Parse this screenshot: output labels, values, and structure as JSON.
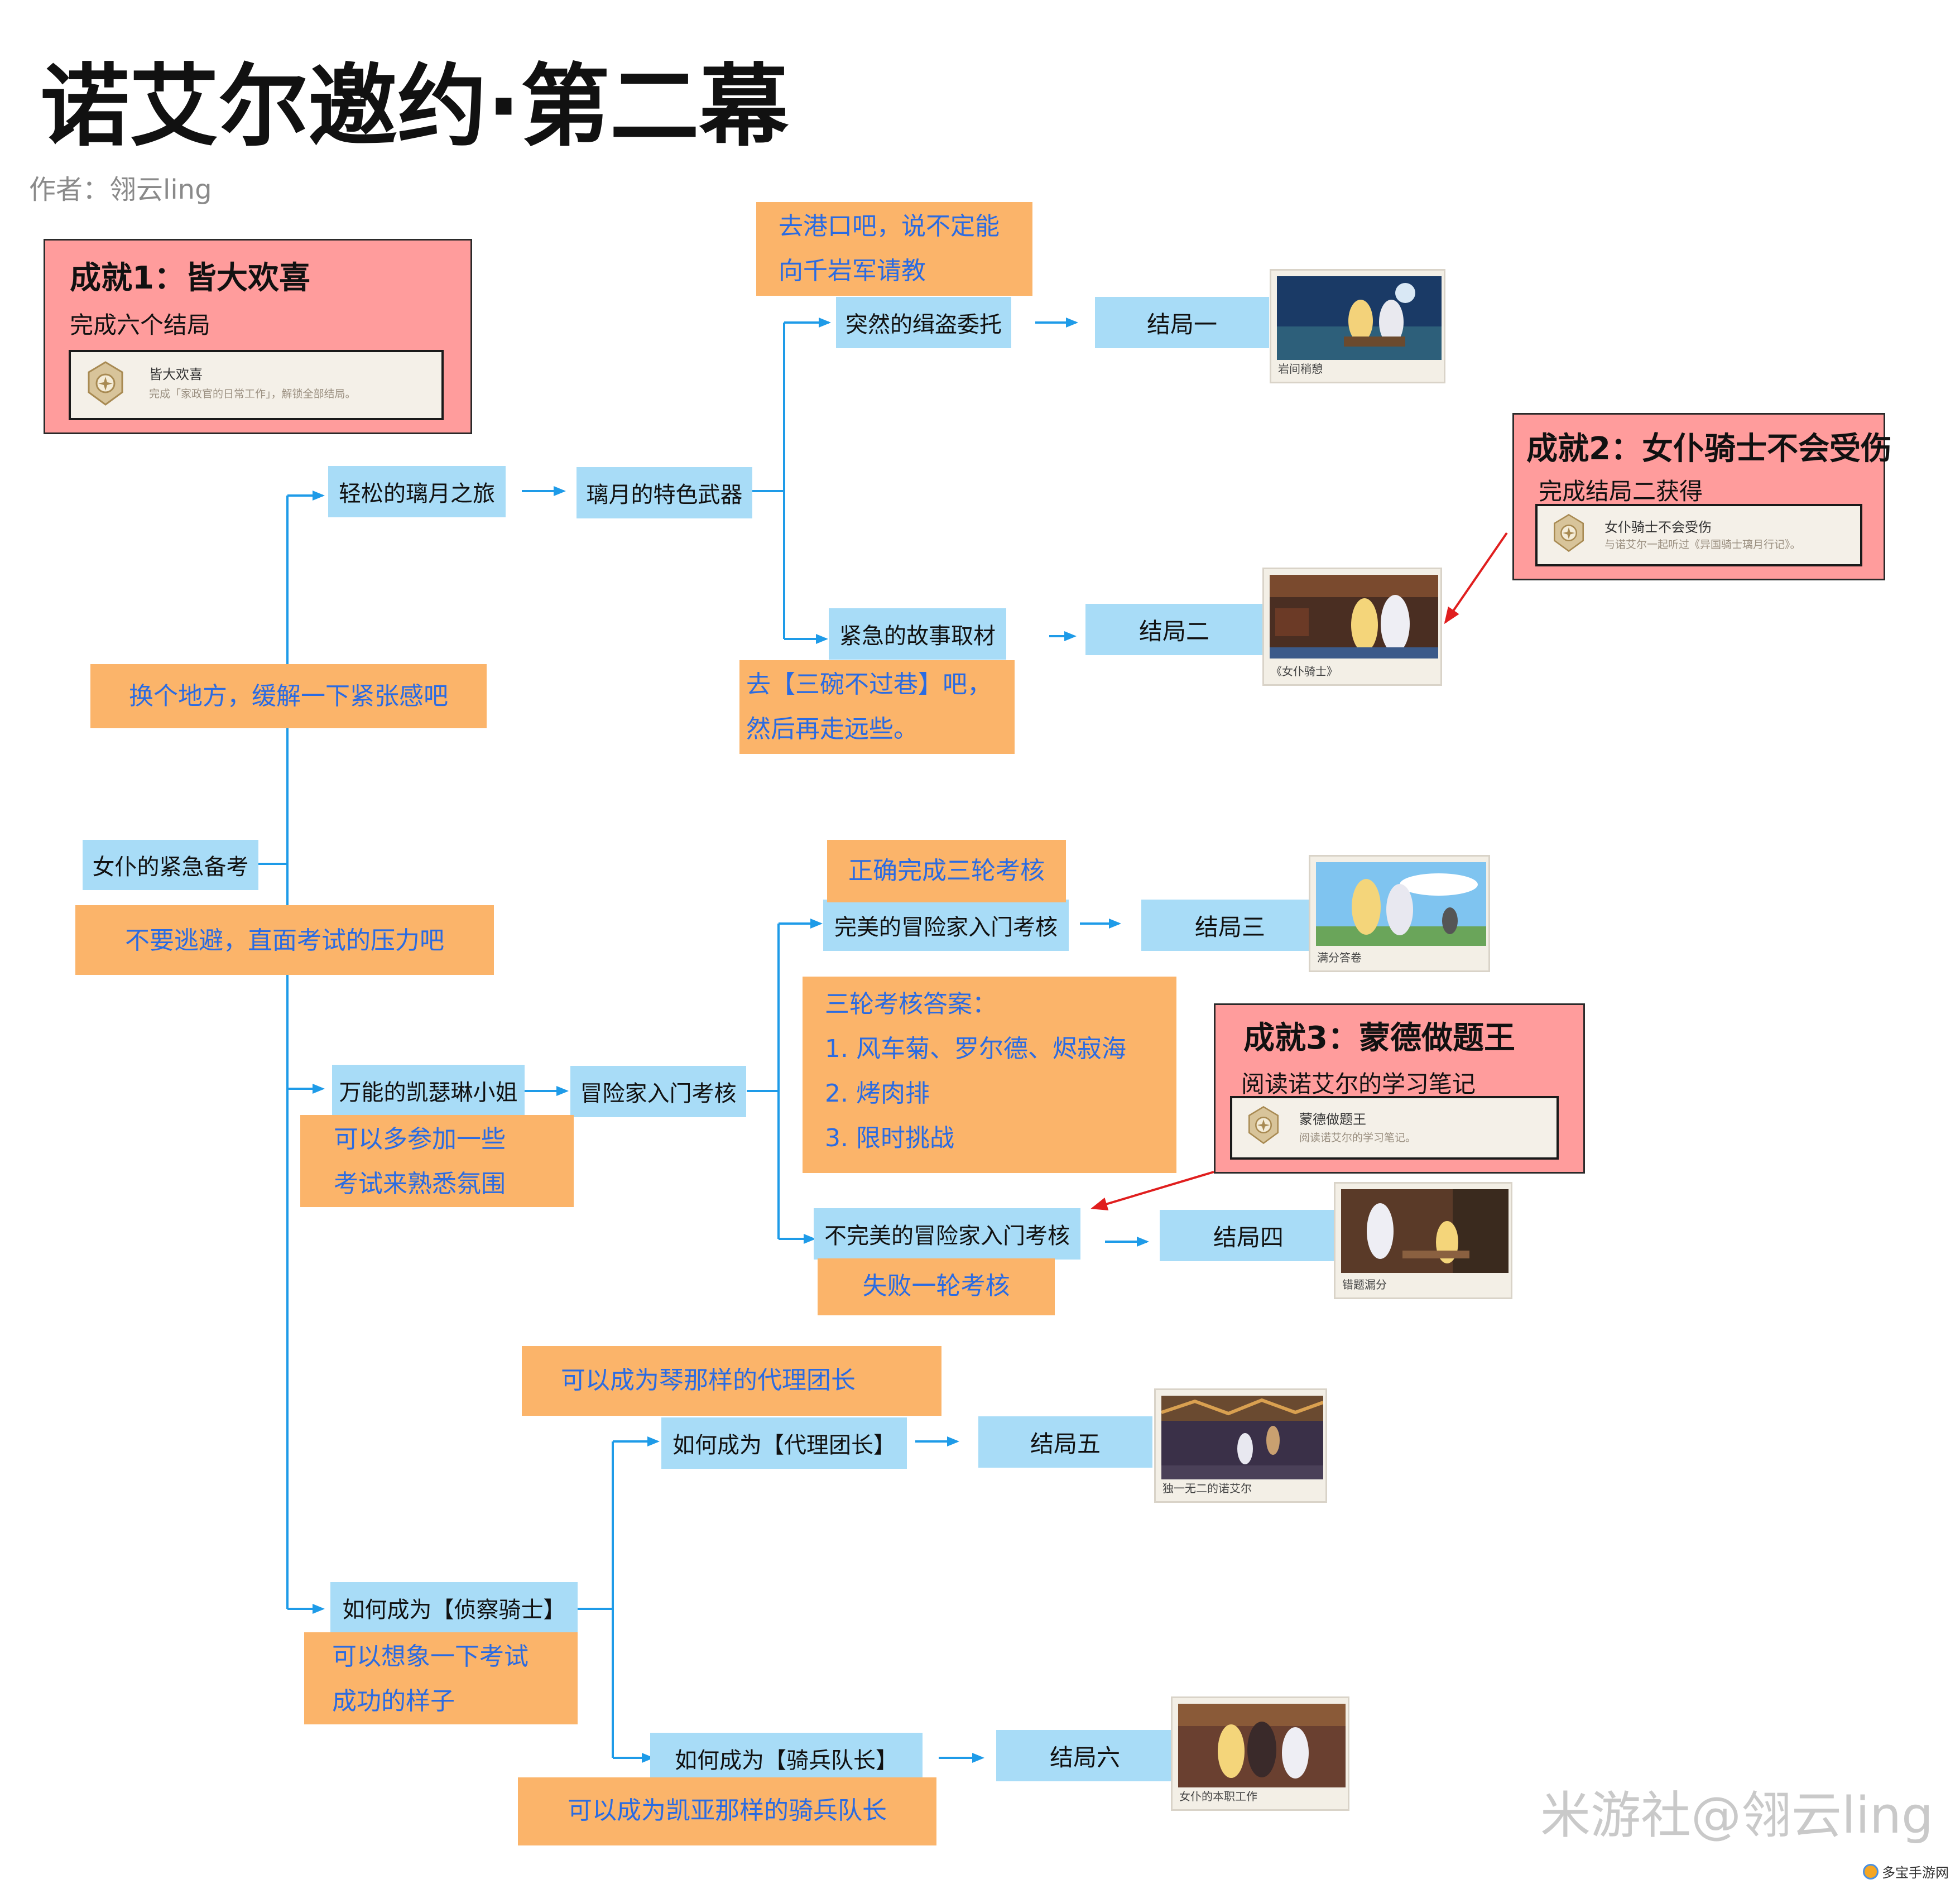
{
  "title": "诺艾尔邀约·第二幕",
  "author": "作者：翎云ling",
  "watermark": "米游社@翎云ling",
  "corner_logo": "多宝手游网",
  "colors": {
    "node": "#a8dcf7",
    "hint": "#fbb46a",
    "hint_text": "#2a6be2",
    "achievement": "#ff9c9c",
    "line": "#1e9be8",
    "pointer": "#e01e1e"
  },
  "root": "女仆的紧急备考",
  "nodes": {
    "relaxed_trip": "轻松的璃月之旅",
    "liyue_weapon": "璃月的特色武器",
    "theft_commission": "突然的缉盗委托",
    "urgent_story": "紧急的故事取材",
    "versatile_katheryne": "万能的凯瑟琳小姐",
    "adventurer_exam": "冒险家入门考核",
    "perfect_exam": "完美的冒险家入门考核",
    "imperfect_exam": "不完美的冒险家入门考核",
    "become_scout": "如何成为【侦察骑士】",
    "become_acting_grand_master": "如何成为【代理团长】",
    "become_cavalry_captain": "如何成为【骑兵队长】"
  },
  "endings": [
    "结局一",
    "结局二",
    "结局三",
    "结局四",
    "结局五",
    "结局六"
  ],
  "hints": {
    "change_place": [
      "换个地方，缓解一下紧张感吧"
    ],
    "face_exam": [
      "不要逃避，直面考试的压力吧"
    ],
    "go_port": [
      "去港口吧，说不定能",
      "向千岩军请教"
    ],
    "go_wanwen": [
      "去【三碗不过巷】吧，",
      "然后再走远些。"
    ],
    "correct_three": [
      "正确完成三轮考核"
    ],
    "answers": [
      "三轮考核答案：",
      "1. 风车菊、罗尔德、烬寂海",
      "2. 烤肉排",
      "3. 限时挑战"
    ],
    "fail_one": [
      "失败一轮考核"
    ],
    "more_exams": [
      "可以多参加一些",
      "考试来熟悉氛围"
    ],
    "like_jean": [
      "可以成为琴那样的代理团长"
    ],
    "imagine_success": [
      "可以想象一下考试",
      "成功的样子"
    ],
    "like_kaeya": [
      "可以成为凯亚那样的骑兵队长"
    ]
  },
  "achievements": [
    {
      "title": "成就1：皆大欢喜",
      "desc": "完成六个结局",
      "badge_name": "皆大欢喜",
      "badge_desc": "完成「家政官的日常工作」，解锁全部结局。"
    },
    {
      "title": "成就2：女仆骑士不会受伤",
      "desc": "完成结局二获得",
      "badge_name": "女仆骑士不会受伤",
      "badge_desc": "与诺艾尔一起听过《异国骑士璃月行记》。"
    },
    {
      "title": "成就3：蒙德做题王",
      "desc": "阅读诺艾尔的学习笔记",
      "badge_name": "蒙德做题王",
      "badge_desc": "阅读诺艾尔的学习笔记。"
    }
  ],
  "ending_pictures": [
    {
      "caption": "岩间稍憩",
      "icon": "ending-1-scene"
    },
    {
      "caption": "《女仆骑士》",
      "icon": "ending-2-scene"
    },
    {
      "caption": "满分答卷",
      "icon": "ending-3-scene"
    },
    {
      "caption": "错题漏分",
      "icon": "ending-4-scene"
    },
    {
      "caption": "独一无二的诺艾尔",
      "icon": "ending-5-scene"
    },
    {
      "caption": "女仆的本职工作",
      "icon": "ending-6-scene"
    }
  ]
}
